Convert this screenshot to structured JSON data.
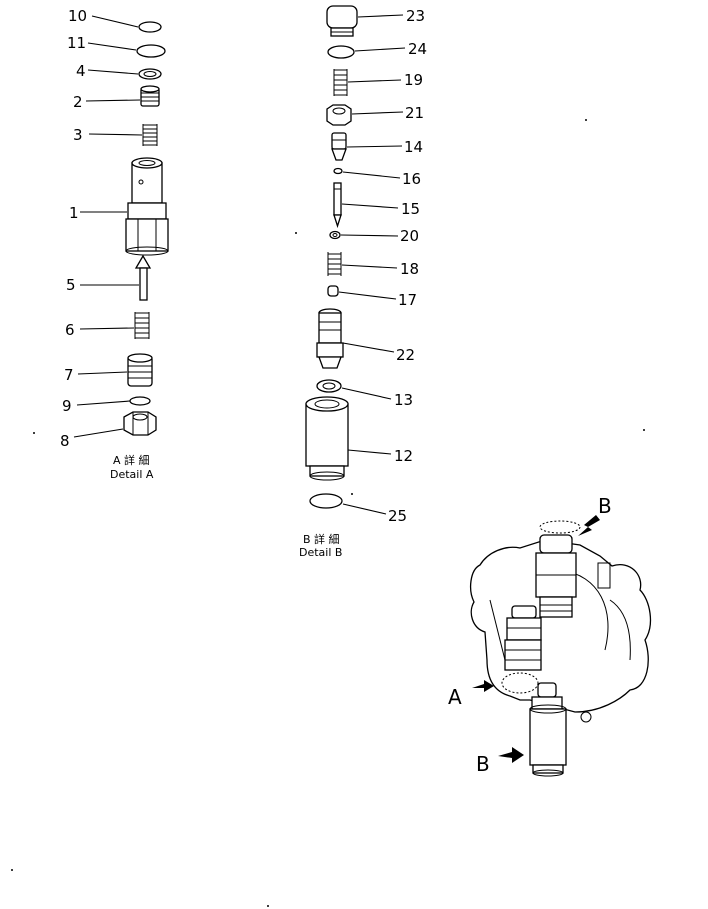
{
  "detail_a": {
    "caption_jp": "A 詳 細",
    "caption_en": "Detail A",
    "callouts": [
      "10",
      "11",
      "4",
      "2",
      "3",
      "1",
      "5",
      "6",
      "7",
      "9",
      "8"
    ]
  },
  "detail_b": {
    "caption_jp": "B 詳 細",
    "caption_en": "Detail B",
    "callouts": [
      "23",
      "24",
      "19",
      "21",
      "14",
      "16",
      "15",
      "20",
      "18",
      "17",
      "22",
      "13",
      "12",
      "25"
    ]
  },
  "assembly": {
    "label_a": "A",
    "label_b_top": "B",
    "label_b_bottom": "B"
  }
}
